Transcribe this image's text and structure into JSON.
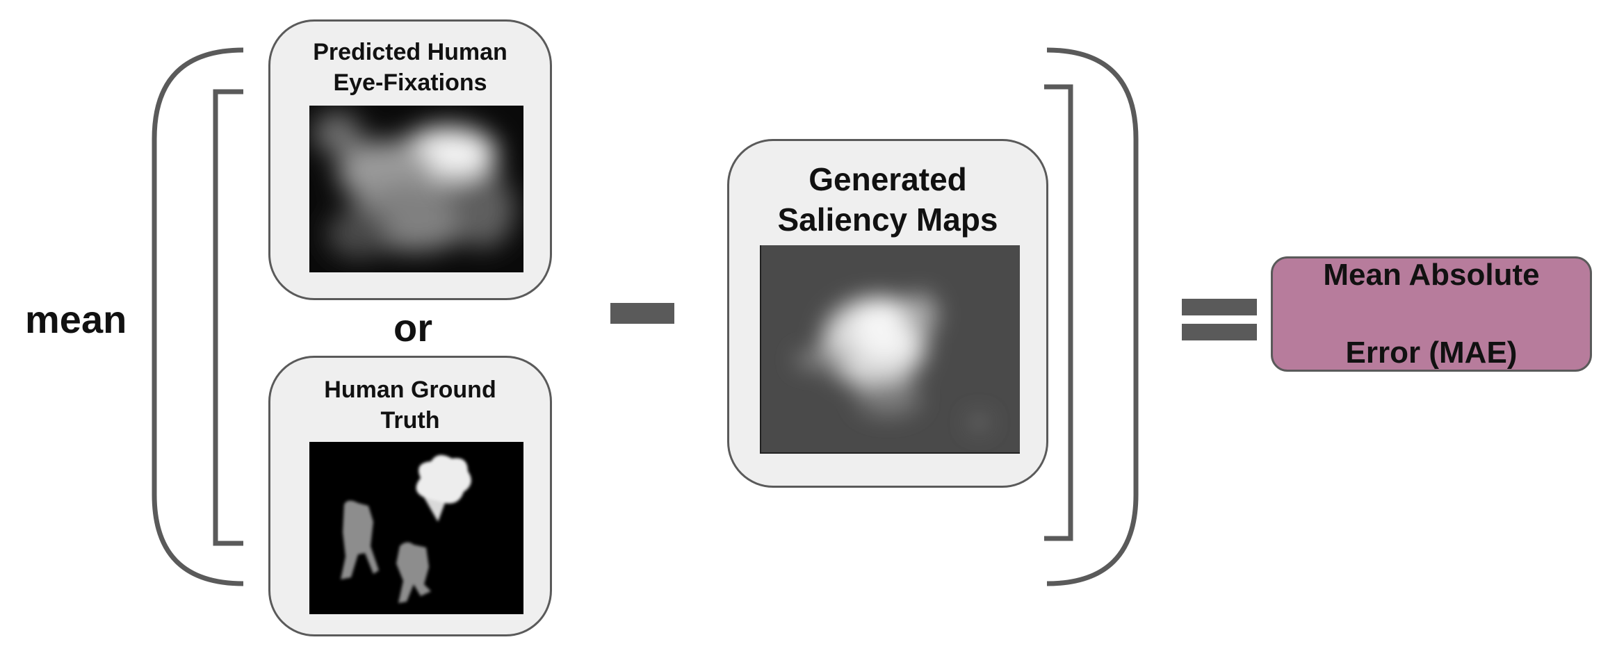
{
  "left_operator": "mean",
  "top_card": {
    "title_line1": "Predicted Human",
    "title_line2": "Eye-Fixations"
  },
  "connector": "or",
  "bottom_card": {
    "title_line1": "Human Ground",
    "title_line2": "Truth"
  },
  "middle_card": {
    "title_line1": "Generated",
    "title_line2": "Saliency Maps"
  },
  "result": {
    "line1": "Mean Absolute",
    "line2": "Error (MAE)"
  },
  "colors": {
    "card_bg": "#efefef",
    "border": "#5a5a5a",
    "result_bg": "#b77c9c"
  }
}
